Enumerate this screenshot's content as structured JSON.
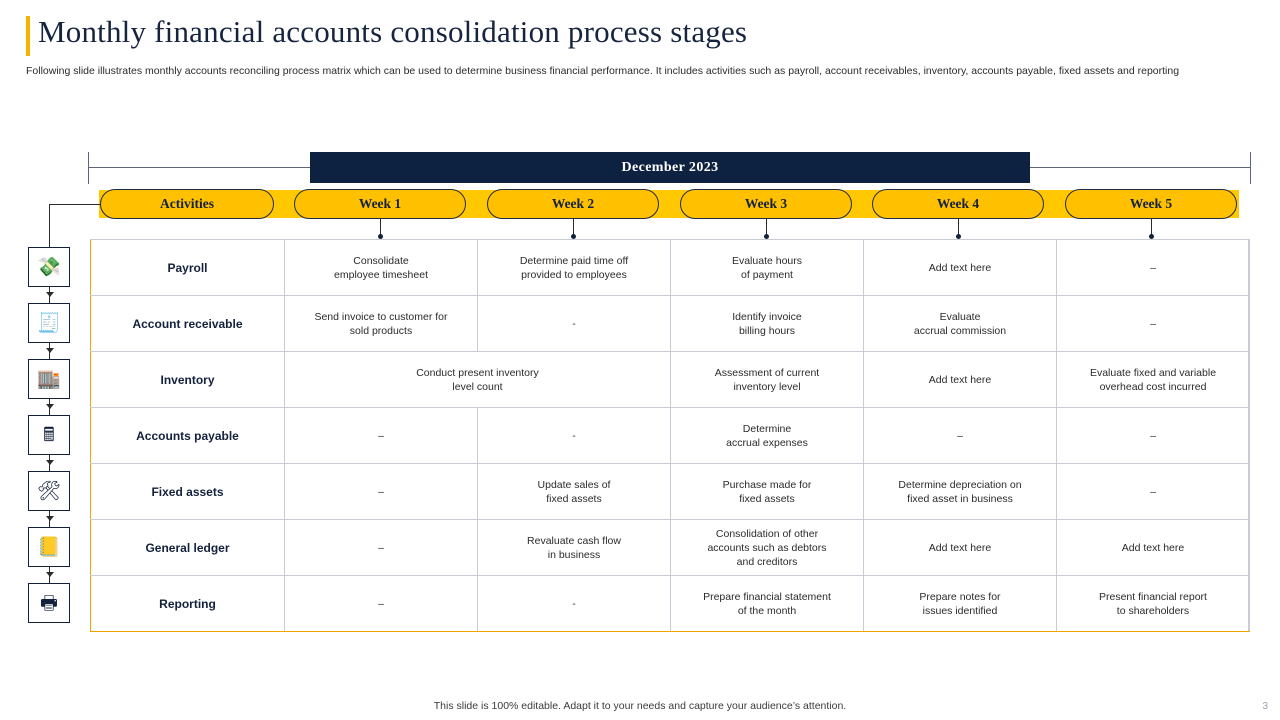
{
  "header": {
    "title": "Monthly financial accounts consolidation process stages",
    "subtitle": "Following slide illustrates monthly accounts reconciling process matrix which can be used to determine business financial performance. It includes activities such as payroll, account receivables, inventory,  accounts payable, fixed assets and reporting"
  },
  "timeline": {
    "month_label": "December 2023"
  },
  "columns": [
    {
      "label": "Activities"
    },
    {
      "label": "Week 1"
    },
    {
      "label": "Week 2"
    },
    {
      "label": "Week 3"
    },
    {
      "label": "Week 4"
    },
    {
      "label": "Week 5"
    }
  ],
  "icons": [
    {
      "name": "payroll-hand-money-icon",
      "glyph": "💸"
    },
    {
      "name": "account-receivable-invoice-icon",
      "glyph": "🧾"
    },
    {
      "name": "inventory-boxes-icon",
      "glyph": "🏬"
    },
    {
      "name": "accounts-payable-calculator-icon",
      "glyph": "🖩"
    },
    {
      "name": "fixed-assets-tools-icon",
      "glyph": "🛠"
    },
    {
      "name": "general-ledger-book-icon",
      "glyph": "📒"
    },
    {
      "name": "reporting-document-icon",
      "glyph": "🖶"
    }
  ],
  "rows": [
    {
      "label": "Payroll",
      "cells": [
        "Consolidate\nemployee timesheet",
        "Determine  paid time off\nprovided  to employees",
        "Evaluate  hours\nof payment",
        "Add text here",
        "–"
      ]
    },
    {
      "label": "Account receivable",
      "cells": [
        "Send invoice  to customer for\nsold products",
        "-",
        "Identify invoice\nbilling hours",
        "Evaluate\naccrual commission",
        "–"
      ]
    },
    {
      "label": "Inventory",
      "cells": [
        "Conduct present inventory\nlevel count",
        "",
        "Assessment of current\ninventory  level",
        "Add text here",
        "Evaluate  fixed and variable\noverhead  cost incurred"
      ],
      "merge_first_two": true
    },
    {
      "label": "Accounts payable",
      "cells": [
        "–",
        "-",
        "Determine\naccrual expenses",
        "–",
        "–"
      ]
    },
    {
      "label": "Fixed assets",
      "cells": [
        "–",
        "Update sales of\nfixed assets",
        "Purchase made for\nfixed assets",
        "Determine  depreciation  on\nfixed asset in business",
        "–"
      ]
    },
    {
      "label": "General ledger",
      "cells": [
        "–",
        "Revaluate  cash flow\nin business",
        "Consolidation  of other\naccounts such as debtors\nand creditors",
        "Add text here",
        "Add text here"
      ]
    },
    {
      "label": "Reporting",
      "cells": [
        "–",
        "-",
        "Prepare financial statement\nof the month",
        "Prepare  notes for\nissues identified",
        "Present financial  report\nto shareholders"
      ]
    }
  ],
  "footer": {
    "note": "This slide is 100% editable. Adapt it to your needs and capture your audience’s attention.",
    "page_number": "3"
  },
  "colors": {
    "accent_yellow": "#ffc800",
    "navy": "#0d2240",
    "pill_yellow": "#ffc000"
  }
}
